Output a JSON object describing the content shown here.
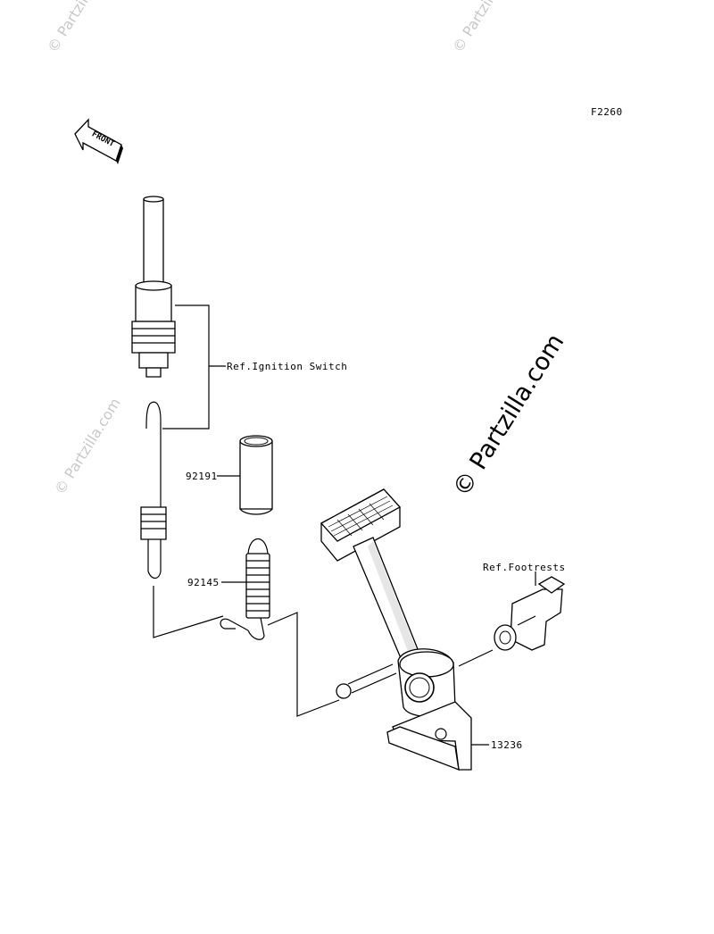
{
  "diagram_code": "F2260",
  "front_arrow_label": "FRONT",
  "callouts": {
    "ignition": "Ref.Ignition Switch",
    "part_92191": "92191",
    "part_92145": "92145",
    "footrests": "Ref.Footrests",
    "part_13236": "13236"
  },
  "watermarks": {
    "main": "© Partzilla.com",
    "faint": "© Partzilla.com"
  },
  "colors": {
    "line": "#000000",
    "watermark": "#c8c8c8",
    "background": "#ffffff"
  }
}
